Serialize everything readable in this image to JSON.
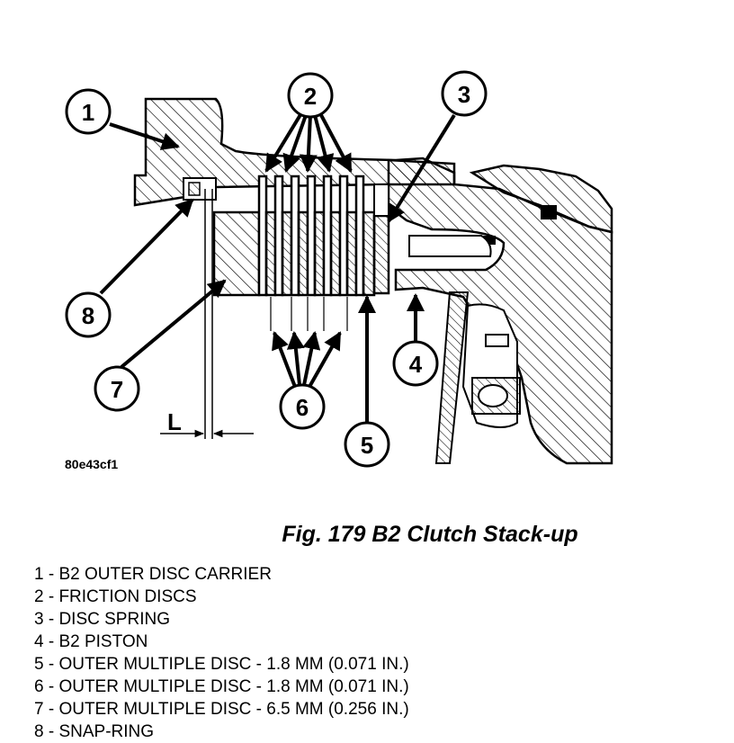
{
  "figure": {
    "image_code": "80e43cf1",
    "caption": "Fig. 179 B2 Clutch Stack-up",
    "dimension_label": "L",
    "callouts": [
      "1",
      "2",
      "3",
      "4",
      "5",
      "6",
      "7",
      "8"
    ]
  },
  "legend": [
    "1 - B2 OUTER DISC CARRIER",
    "2 - FRICTION DISCS",
    "3 - DISC SPRING",
    "4 - B2 PISTON",
    "5 - OUTER MULTIPLE DISC - 1.8 MM (0.071 IN.)",
    "6 - OUTER MULTIPLE DISC - 1.8 MM (0.071 IN.)",
    "7 - OUTER MULTIPLE DISC - 6.5 MM (0.256 IN.)",
    "8 - SNAP-RING"
  ]
}
